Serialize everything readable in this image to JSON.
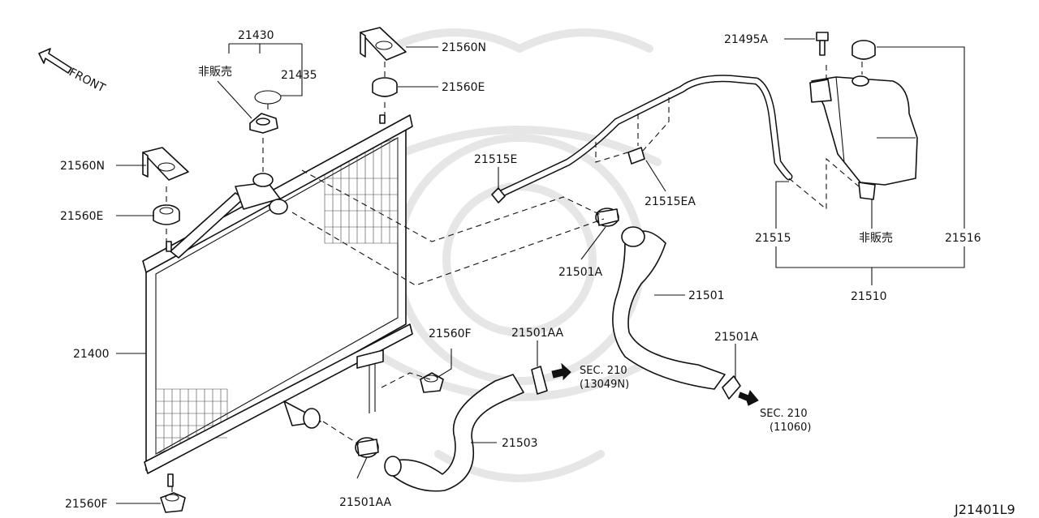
{
  "diagram": {
    "front_label": "FRONT",
    "code": "J21401L9",
    "parts": {
      "p21430": "21430",
      "p21435": "21435",
      "not_sold_cap": "非販売",
      "p21560N_top": "21560N",
      "p21560E_top": "21560E",
      "p21560N_left": "21560N",
      "p21560E_left": "21560E",
      "p21400": "21400",
      "p21560F_bottom": "21560F",
      "p21560F_mid": "21560F",
      "p21501AA_mid": "21501AA",
      "p21501AA_bottom": "21501AA",
      "p21503": "21503",
      "p21515E": "21515E",
      "p21515EA": "21515EA",
      "p21501A_upper": "21501A",
      "p21501": "21501",
      "p21501A_lower": "21501A",
      "p21495A": "21495A",
      "p21515": "21515",
      "not_sold_tank": "非販売",
      "p21516": "21516",
      "p21510": "21510"
    },
    "sections": {
      "sec_a_line1": "SEC. 210",
      "sec_a_line2": "(13049N)",
      "sec_b_line1": "SEC. 210",
      "sec_b_line2": "(11060)"
    }
  }
}
